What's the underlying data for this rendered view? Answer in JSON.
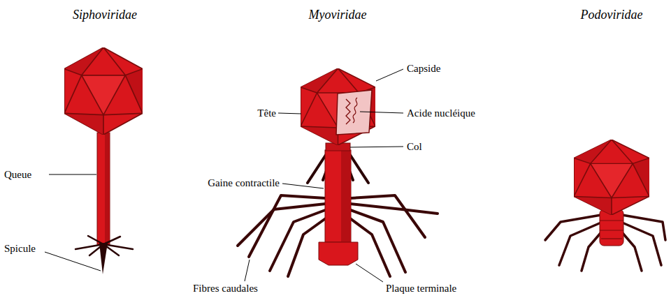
{
  "diagram": {
    "labels": [
      "Siphoviridae",
      "Myoviridae",
      "Podoviridae",
      "Capside",
      "Tête",
      "Acide nucléique",
      "Col",
      "Queue",
      "Gaine contractile",
      "Spicule",
      "Fibres caudales",
      "Plaque terminale"
    ]
  }
}
